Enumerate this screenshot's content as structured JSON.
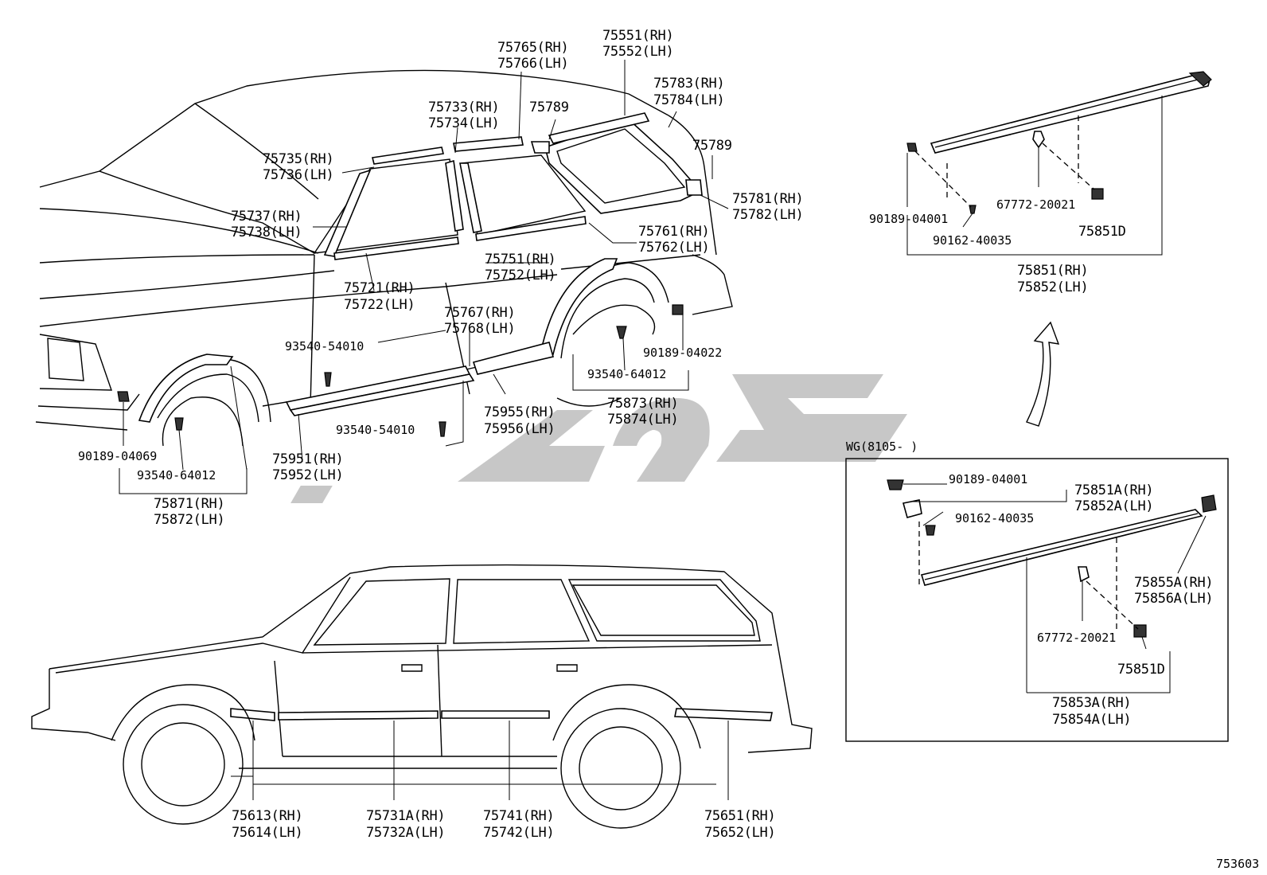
{
  "diagram": {
    "figure_code": "753603",
    "variant_label": "WG(8105-   )",
    "callouts": [
      {
        "id": "c1",
        "lines": [
          "75765(RH)",
          "75766(LH)"
        ]
      },
      {
        "id": "c2",
        "lines": [
          "75551(RH)",
          "75552(LH)"
        ]
      },
      {
        "id": "c3",
        "lines": [
          "75783(RH)",
          "75784(LH)"
        ]
      },
      {
        "id": "c4",
        "lines": [
          "75733(RH)",
          "75734(LH)"
        ]
      },
      {
        "id": "c5",
        "lines": [
          "75789"
        ]
      },
      {
        "id": "c6",
        "lines": [
          "75789"
        ]
      },
      {
        "id": "c7",
        "lines": [
          "75735(RH)",
          "75736(LH)"
        ]
      },
      {
        "id": "c8",
        "lines": [
          "75781(RH)",
          "75782(LH)"
        ]
      },
      {
        "id": "c9",
        "lines": [
          "75737(RH)",
          "75738(LH)"
        ]
      },
      {
        "id": "c10",
        "lines": [
          "75761(RH)",
          "75762(LH)"
        ]
      },
      {
        "id": "c11",
        "lines": [
          "75751(RH)",
          "75752(LH)"
        ]
      },
      {
        "id": "c12",
        "lines": [
          "75721(RH)",
          "75722(LH)"
        ]
      },
      {
        "id": "c13",
        "lines": [
          "75767(RH)",
          "75768(LH)"
        ]
      },
      {
        "id": "c14",
        "lines": [
          "93540-54010"
        ]
      },
      {
        "id": "c15",
        "lines": [
          "90189-04022"
        ]
      },
      {
        "id": "c16",
        "lines": [
          "93540-64012"
        ]
      },
      {
        "id": "c17",
        "lines": [
          "75873(RH)",
          "75874(LH)"
        ]
      },
      {
        "id": "c18",
        "lines": [
          "75955(RH)",
          "75956(LH)"
        ]
      },
      {
        "id": "c19",
        "lines": [
          "93540-54010"
        ]
      },
      {
        "id": "c20",
        "lines": [
          "90189-04069"
        ]
      },
      {
        "id": "c21",
        "lines": [
          "75951(RH)",
          "75952(LH)"
        ]
      },
      {
        "id": "c22",
        "lines": [
          "93540-64012"
        ]
      },
      {
        "id": "c23",
        "lines": [
          "75871(RH)",
          "75872(LH)"
        ]
      },
      {
        "id": "c24",
        "lines": [
          "90189-04001"
        ]
      },
      {
        "id": "c25",
        "lines": [
          "67772-20021"
        ]
      },
      {
        "id": "c26",
        "lines": [
          "90162-40035"
        ]
      },
      {
        "id": "c27",
        "lines": [
          "75851D"
        ]
      },
      {
        "id": "c28",
        "lines": [
          "75851(RH)",
          "75852(LH)"
        ]
      },
      {
        "id": "c29",
        "lines": [
          "90189-04001"
        ]
      },
      {
        "id": "c30",
        "lines": [
          "75851A(RH)",
          "75852A(LH)"
        ]
      },
      {
        "id": "c31",
        "lines": [
          "90162-40035"
        ]
      },
      {
        "id": "c32",
        "lines": [
          "75855A(RH)",
          "75856A(LH)"
        ]
      },
      {
        "id": "c33",
        "lines": [
          "67772-20021"
        ]
      },
      {
        "id": "c34",
        "lines": [
          "75851D"
        ]
      },
      {
        "id": "c35",
        "lines": [
          "75853A(RH)",
          "75854A(LH)"
        ]
      },
      {
        "id": "c36",
        "lines": [
          "75613(RH)",
          "75614(LH)"
        ]
      },
      {
        "id": "c37",
        "lines": [
          "75731A(RH)",
          "75732A(LH)"
        ]
      },
      {
        "id": "c38",
        "lines": [
          "75741(RH)",
          "75742(LH)"
        ]
      },
      {
        "id": "c39",
        "lines": [
          "75651(RH)",
          "75652(LH)"
        ]
      }
    ]
  }
}
